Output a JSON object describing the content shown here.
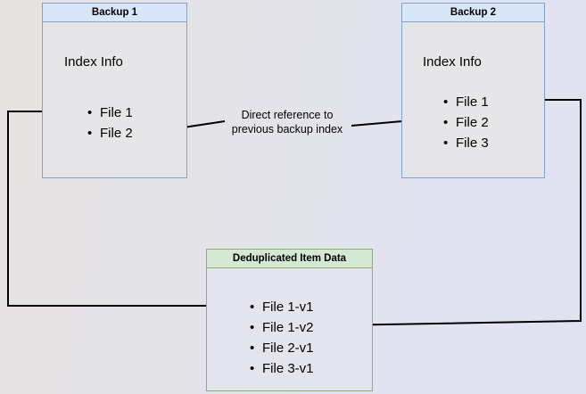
{
  "diagram": {
    "title_semantic": "backup-deduplication-index-reference-diagram",
    "background_colors": {
      "left": "#e6e3e1",
      "right": "#e1e2f1"
    },
    "accent_blue": "#7ba2d0",
    "accent_blue_header": "#d9e6f7",
    "accent_green": "#82b366",
    "accent_green_header": "#d5e8d4",
    "edge_color": "#000000"
  },
  "backup1": {
    "header": "Backup 1",
    "body_label": "Index Info",
    "files": [
      "File 1",
      "File 2"
    ]
  },
  "backup2": {
    "header": "Backup 2",
    "body_label": "Index Info",
    "files": [
      "File 1",
      "File 2",
      "File 3"
    ]
  },
  "dedup": {
    "header": "Deduplicated Item Data",
    "files": [
      "File 1-v1",
      "File 1-v2",
      "File 2-v1",
      "File 3-v1"
    ]
  },
  "center_label": {
    "line1": "Direct reference to",
    "line2": "previous backup index"
  }
}
